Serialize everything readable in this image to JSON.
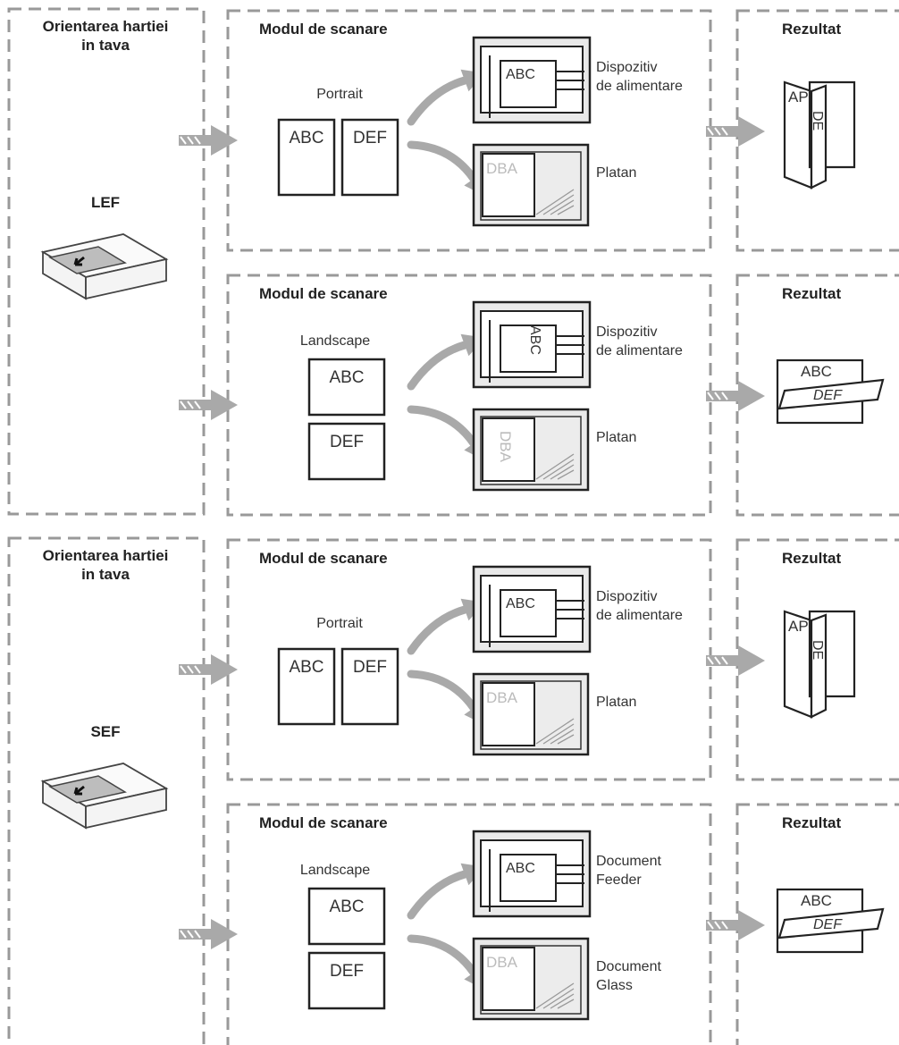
{
  "groups": [
    {
      "orientation_title": "Orientarea hartiei\nin tava",
      "feed_label": "LEF",
      "rows": [
        {
          "section_title": "Modul de scanare",
          "mode": "Portrait",
          "page1": "ABC",
          "page2": "DEF",
          "device1_label": "Dispozitiv\nde alimentare",
          "device2_label": "Platan",
          "result_title": "Rezultat"
        },
        {
          "section_title": "Modul de scanare",
          "mode": "Landscape",
          "page1": "ABC",
          "page2": "DEF",
          "device1_label": "Dispozitiv\nde alimentare",
          "device2_label": "Platan",
          "result_title": "Rezultat"
        }
      ]
    },
    {
      "orientation_title": "Orientarea hartiei\nin tava",
      "feed_label": "SEF",
      "rows": [
        {
          "section_title": "Modul de scanare",
          "mode": "Portrait",
          "page1": "ABC",
          "page2": "DEF",
          "device1_label": "Dispozitiv\nde alimentare",
          "device2_label": "Platan",
          "result_title": "Rezultat"
        },
        {
          "section_title": "Modul de scanare",
          "mode": "Landscape",
          "page1": "ABC",
          "page2": "DEF",
          "device1_label": "Document\nFeeder",
          "device2_label": "Document\nGlass",
          "result_title": "Rezultat"
        }
      ]
    }
  ],
  "ghost_text": "DBA",
  "result_text_1": "AP",
  "result_text_2": "DE",
  "result_land_1": "ABC",
  "result_land_2": "DEF"
}
